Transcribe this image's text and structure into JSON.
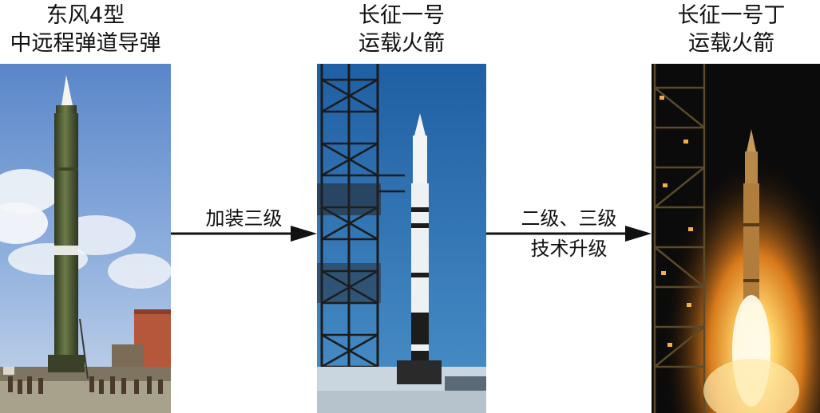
{
  "panels": [
    {
      "title_line1": "东风4型",
      "title_line2": "中远程弹道导弹"
    },
    {
      "title_line1": "长征一号",
      "title_line2": "运载火箭"
    },
    {
      "title_line1": "长征一号丁",
      "title_line2": "运载火箭"
    }
  ],
  "arrows": [
    {
      "label_line1": "加装三级",
      "label_line2": ""
    },
    {
      "label_line1": "二级、三级",
      "label_line2": "技术升级"
    }
  ],
  "colors": {
    "text": "#111111",
    "arrow": "#111111"
  }
}
